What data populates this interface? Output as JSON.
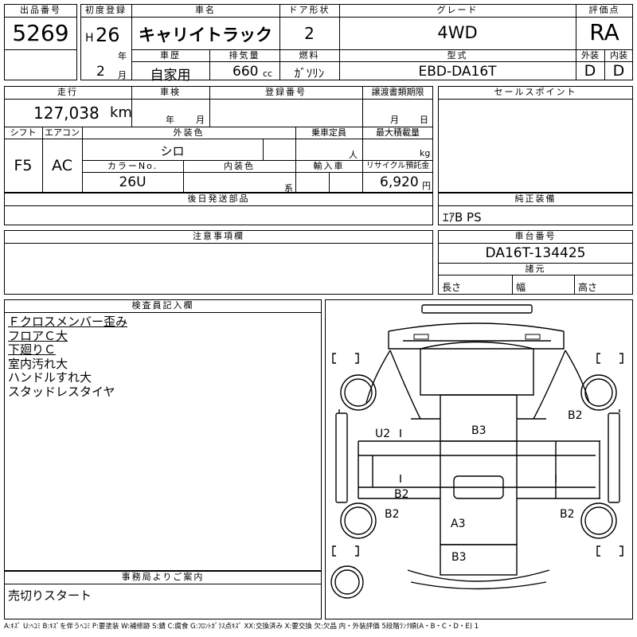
{
  "header": {
    "lot_label": "出品番号",
    "lot_number": "5269",
    "first_reg_label": "初度登録",
    "era": "H",
    "year": "26",
    "year_unit": "年",
    "month": "2",
    "month_unit": "月",
    "car_name_label": "車名",
    "car_name": "キャリイトラック",
    "door_label": "ドア形状",
    "doors": "2",
    "grade_label": "グレード",
    "grade": "4WD",
    "score_label": "評価点",
    "score": "RA",
    "history_label": "車歴",
    "history": "自家用",
    "displacement_label": "排気量",
    "displacement": "660",
    "displacement_unit": "cc",
    "fuel_label": "燃料",
    "fuel": "ｶﾞｿﾘﾝ",
    "model_label": "型式",
    "model_code": "EBD-DA16T",
    "exterior_label": "外装",
    "exterior_grade": "D",
    "interior_label": "内装",
    "interior_grade": "D"
  },
  "row2": {
    "mileage_label": "走行",
    "mileage": "127,038",
    "mileage_unit": "km",
    "inspection_label": "車検",
    "insp_year_unit": "年",
    "insp_month_unit": "月",
    "reg_label": "登録番号",
    "transfer_label": "譲渡書類期限",
    "transfer_month_unit": "月",
    "transfer_day_unit": "日",
    "sales_label": "セールスポイント",
    "shift_label": "シフト",
    "shift": "F5",
    "ac_label": "エアコン",
    "ac": "AC",
    "color_label": "外装色",
    "color": "シロ",
    "capacity_label": "乗車定員",
    "capacity_unit": "人",
    "load_label": "最大積載量",
    "load_unit": "kg",
    "color_no_label": "カラーNo.",
    "color_no": "26U",
    "interior_color_label": "内装色",
    "interior_color_unit": "系",
    "import_label": "輸入車",
    "recycle_label": "リサイクル預託金",
    "recycle_fee": "6,920",
    "recycle_unit": "円",
    "later_parts_label": "後日発送部品",
    "genuine_label": "純正装備",
    "genuine_items": "ｴｱB PS"
  },
  "notes": {
    "caution_label": "注意事項欄",
    "chassis_label": "車台番号",
    "chassis_number": "DA16T-134425",
    "dims_label": "諸元",
    "length_label": "長さ",
    "width_label": "幅",
    "height_label": "高さ"
  },
  "inspector": {
    "label": "検査員記入欄",
    "lines": [
      "Ｆクロスメンバー歪み",
      "フロアＣ大",
      "下廻りＣ",
      "室内汚れ大",
      "ハンドルすれ大",
      "スタッドレスタイヤ"
    ]
  },
  "office": {
    "label": "事務局よりご案内",
    "message": "売切りスタート"
  },
  "diagram_marks": {
    "m1": "B3",
    "m2": "B2",
    "m3": "U2",
    "m4": "B2",
    "m5": "B2",
    "m6": "B2",
    "m7": "A3",
    "m8": "B3"
  },
  "legend": "A:ｷｽﾞ U:ﾍｺﾐ B:ｷｽﾞを伴うﾍｺﾐ P:要塗装 W:補修跡 S:錆 C:腐食 G:ﾌﾛﾝﾄｶﾞﾗｽ点ｷｽﾞ XX:交換済み X:要交換 欠:欠品 内・外装評価 5段階ﾗﾝｸ順(A・B・C・D・E) 1"
}
